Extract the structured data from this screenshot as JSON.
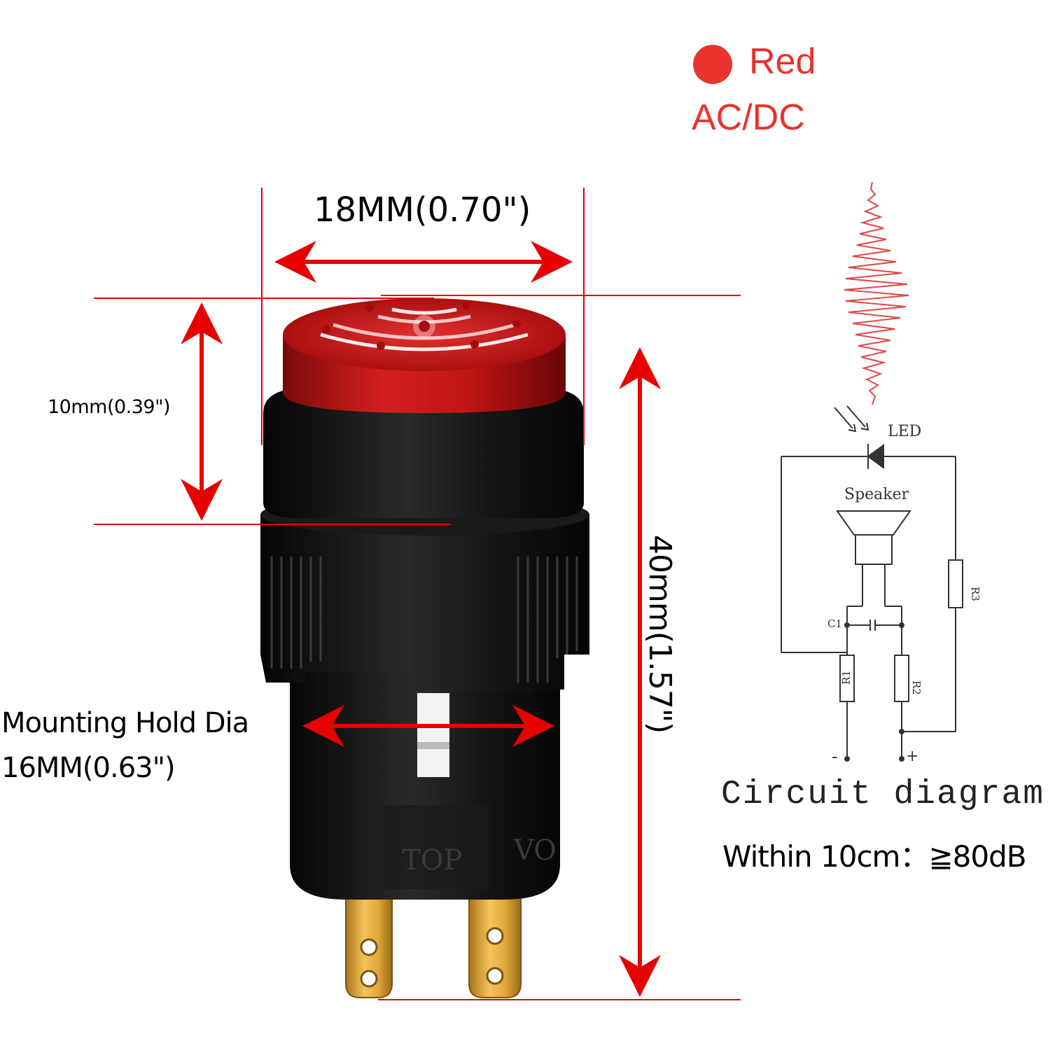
{
  "legend": {
    "color_name": "Red",
    "power": "AC/DC",
    "dot_color": "#e8332f"
  },
  "dimensions": {
    "width": "18MM(0.70\")",
    "cap_height": "10mm(0.39\")",
    "total_length": "40mm(1.57\")",
    "mounting_line1": "Mounting Hold Dia",
    "mounting_line2": "16MM(0.63\")"
  },
  "circuit": {
    "title": "Circuit diagram",
    "led": "LED",
    "speaker": "Speaker",
    "c1": "C1",
    "r1": "R1",
    "r2": "R2",
    "r3": "R3",
    "minus": "-",
    "plus": "+",
    "spec": "Within 10cm：≧80dB"
  },
  "product_marks": {
    "top": "TOP",
    "vo": "VO"
  },
  "colors": {
    "arrow": "#e60000",
    "cap": "#c81414",
    "body": "#111111"
  }
}
